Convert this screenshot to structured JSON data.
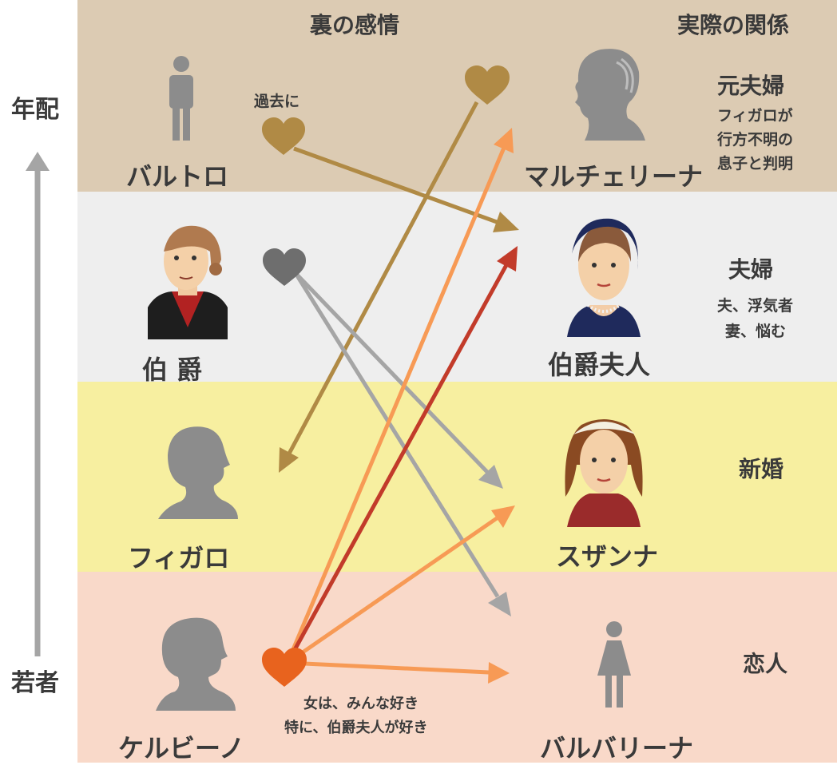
{
  "axis": {
    "top_label": "年配",
    "bottom_label": "若者"
  },
  "headers": {
    "hidden": "裏の感情",
    "actual": "実際の関係"
  },
  "colors": {
    "band_elder": "#dccbb3",
    "band_count": "#eeeeee",
    "band_figaro": "#f7efa0",
    "band_young": "#f9d9c9",
    "arrow_tan": "#b08a45",
    "arrow_gray": "#a5a5a5",
    "arrow_orange": "#f79a55",
    "arrow_red": "#c23b2a",
    "heart_cherubino": "#e8631e"
  },
  "left": {
    "bartolo": {
      "name": "バルトロ",
      "note": "過去に"
    },
    "count": {
      "name": "伯 爵"
    },
    "figaro": {
      "name": "フィガロ"
    },
    "cherubino": {
      "name": "ケルビーノ",
      "note1": "女は、みんな好き",
      "note2": "特に、伯爵夫人が好き"
    }
  },
  "right": {
    "marcellina": {
      "name": "マルチェリーナ",
      "relation": "元夫婦",
      "note1": "フィガロが",
      "note2": "行方不明の",
      "note3": "息子と判明"
    },
    "countess": {
      "name": "伯爵夫人",
      "relation": "夫婦",
      "note1": "夫、浮気者",
      "note2": "妻、悩む"
    },
    "susanna": {
      "name": "スザンナ",
      "relation": "新婚"
    },
    "barbarina": {
      "name": "バルバリーナ",
      "relation": "恋人"
    }
  },
  "icons": {
    "bartolo": "man-silhouette-icon",
    "count": "count-portrait-icon",
    "figaro": "figaro-silhouette-icon",
    "cherubino": "cherubino-silhouette-icon",
    "marcellina": "marcellina-silhouette-icon",
    "countess": "countess-portrait-icon",
    "susanna": "susanna-portrait-icon",
    "barbarina": "woman-silhouette-icon",
    "heart": "heart-icon",
    "arrow": "up-arrow-icon"
  }
}
